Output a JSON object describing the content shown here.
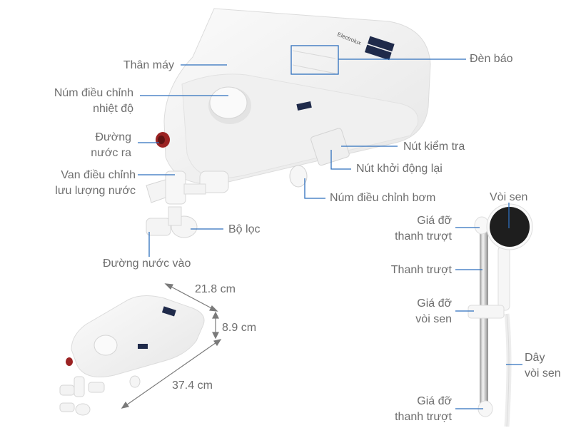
{
  "diagram": {
    "subject": "Electrolux instant water heater with pump and shower set",
    "brand_mark": "Electrolux",
    "leader_color": "#2e6fbd",
    "labels": {
      "than_may": "Thân máy",
      "num_nhiet_do_1": "Núm điều chỉnh",
      "num_nhiet_do_2": "nhiệt độ",
      "duong_nuoc_ra_1": "Đường",
      "duong_nuoc_ra_2": "nước ra",
      "van_1": "Van điều chỉnh",
      "van_2": "lưu lượng nước",
      "bo_loc": "Bộ lọc",
      "duong_nuoc_vao": "Đường nước vào",
      "den_bao": "Đèn báo",
      "nut_kiem_tra": "Nút kiểm tra",
      "nut_khoi_dong_lai": "Nút khởi động lại",
      "num_bom": "Núm điều chỉnh bơm",
      "voi_sen": "Vòi sen",
      "gia_do_thanh_truot_top_1": "Giá đỡ",
      "gia_do_thanh_truot_top_2": "thanh trượt",
      "thanh_truot": "Thanh trượt",
      "gia_do_voi_sen_1": "Giá đỡ",
      "gia_do_voi_sen_2": "vòi sen",
      "day_voi_sen_1": "Dây",
      "day_voi_sen_2": "vòi sen",
      "gia_do_thanh_truot_bottom_1": "Giá đỡ",
      "gia_do_thanh_truot_bottom_2": "thanh trượt"
    },
    "dimensions": {
      "depth": "21.8 cm",
      "height": "8.9 cm",
      "width": "37.4 cm"
    }
  }
}
